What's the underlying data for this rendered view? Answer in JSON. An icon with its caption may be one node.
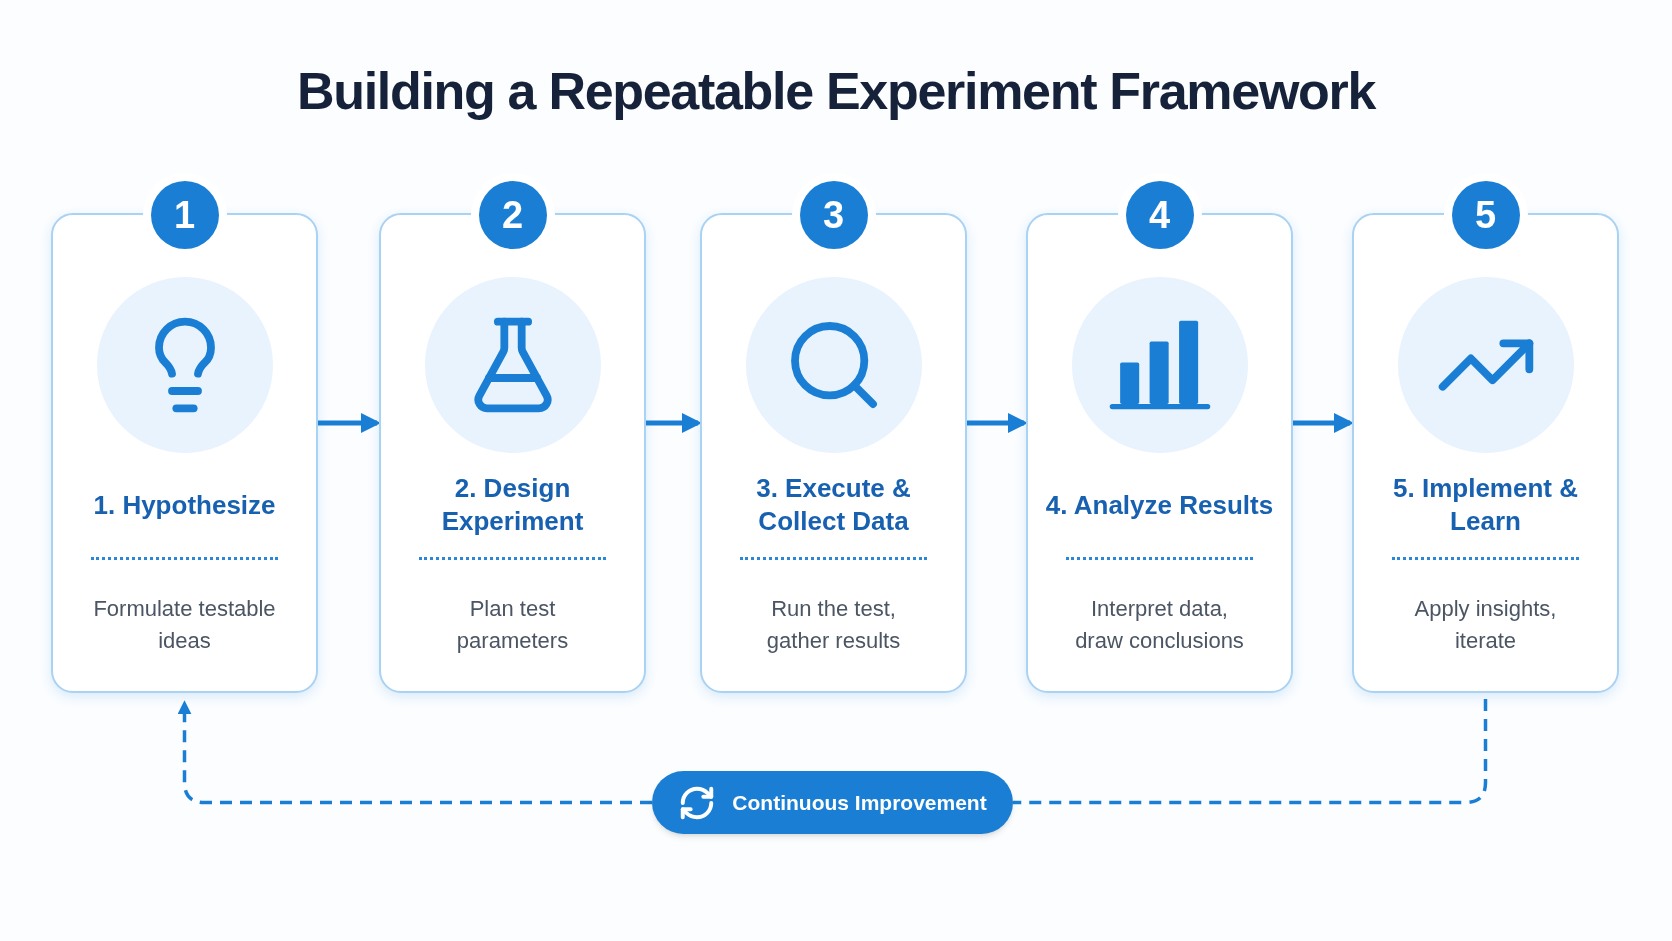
{
  "diagram": {
    "title": "Building a Repeatable Experiment Framework",
    "nodes": [
      {
        "text": [
          "1",
          "1. Hypothesize",
          "Formulate testable ideas"
        ]
      },
      {
        "text": [
          "2",
          "2. Design Experiment",
          "Plan test parameters"
        ]
      },
      {
        "text": [
          "3",
          "3. Execute & Collect Data",
          "Run the test, gather results"
        ]
      },
      {
        "text": [
          "4",
          "4. Analyze Results",
          "Interpret data, draw conclusions"
        ]
      },
      {
        "text": [
          "5",
          "5. Implement & Learn",
          "Apply insights, iterate"
        ]
      },
      {
        "text": [
          "Continuous Improvement"
        ]
      }
    ],
    "edges": [
      {
        "from": 0,
        "to": 1,
        "arrow": "to"
      },
      {
        "from": 1,
        "to": 2,
        "arrow": "to"
      },
      {
        "from": 2,
        "to": 3,
        "arrow": "to"
      },
      {
        "from": 3,
        "to": 4,
        "arrow": "to"
      },
      {
        "from": 4,
        "to": 5,
        "arrow": "none",
        "style": "dashed"
      },
      {
        "from": 5,
        "to": 0,
        "arrow": "to",
        "style": "dashed"
      }
    ]
  }
}
